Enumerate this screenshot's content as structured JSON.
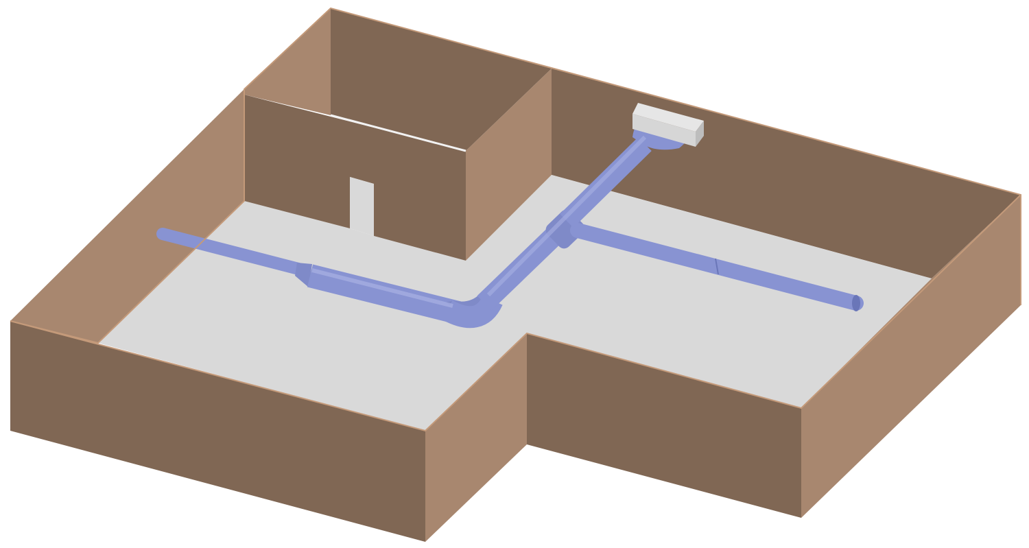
{
  "colors": {
    "background": "#ffffff",
    "floor": "#d9d9d9",
    "wall_dark": "#806754",
    "wall_light": "#a8876f",
    "wall_edge": "#c49a7a",
    "duct": "#8893d2",
    "duct_shadow": "#6a76b8",
    "duct_highlight": "#a9b1e4",
    "unit": "#d6d6d6",
    "unit_shade": "#bdbdbd"
  },
  "components": {
    "floor": "floor-slab",
    "walls": "perimeter-walls",
    "duct": "round-duct-run",
    "unit": "air-handling-unit"
  }
}
